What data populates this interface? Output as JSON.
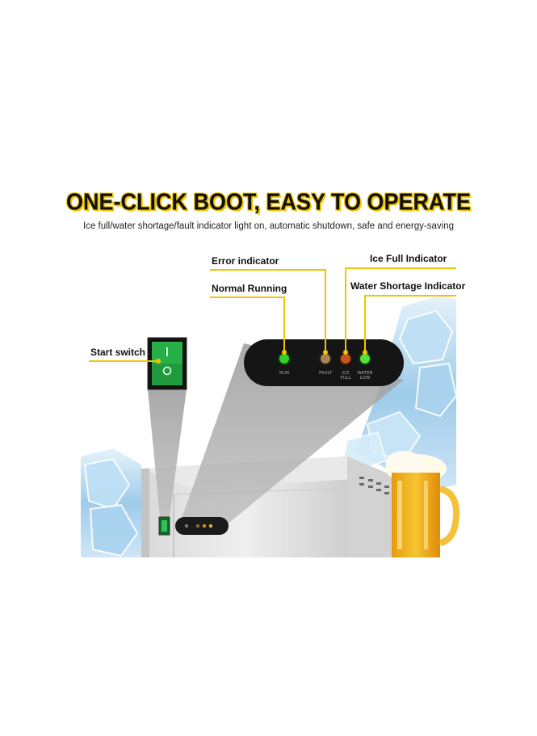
{
  "headline": "ONE-CLICK BOOT, EASY TO OPERATE",
  "subline": "Ice full/water shortage/fault indicator light on, automatic shutdown, safe and energy-saving",
  "callouts": {
    "error": "Error indicator",
    "normal": "Normal Running",
    "ice_full": "Ice Full Indicator",
    "water_short": "Water Shortage Indicator",
    "start": "Start switch"
  },
  "panel": {
    "run": "RUN",
    "fault": "FAULT",
    "ice_full_1": "ICE",
    "ice_full_2": "FULL",
    "water_low_1": "WATER",
    "water_low_2": "LOW"
  },
  "switch": {
    "on_mark": "I",
    "off_mark": "O"
  },
  "colors": {
    "accent": "#f2c400",
    "run_led": "#35d12a",
    "fault_led": "#b08a5a",
    "ice_full_led": "#c8541e",
    "water_low_led": "#58e03a",
    "switch_green": "#1f9a3c"
  }
}
